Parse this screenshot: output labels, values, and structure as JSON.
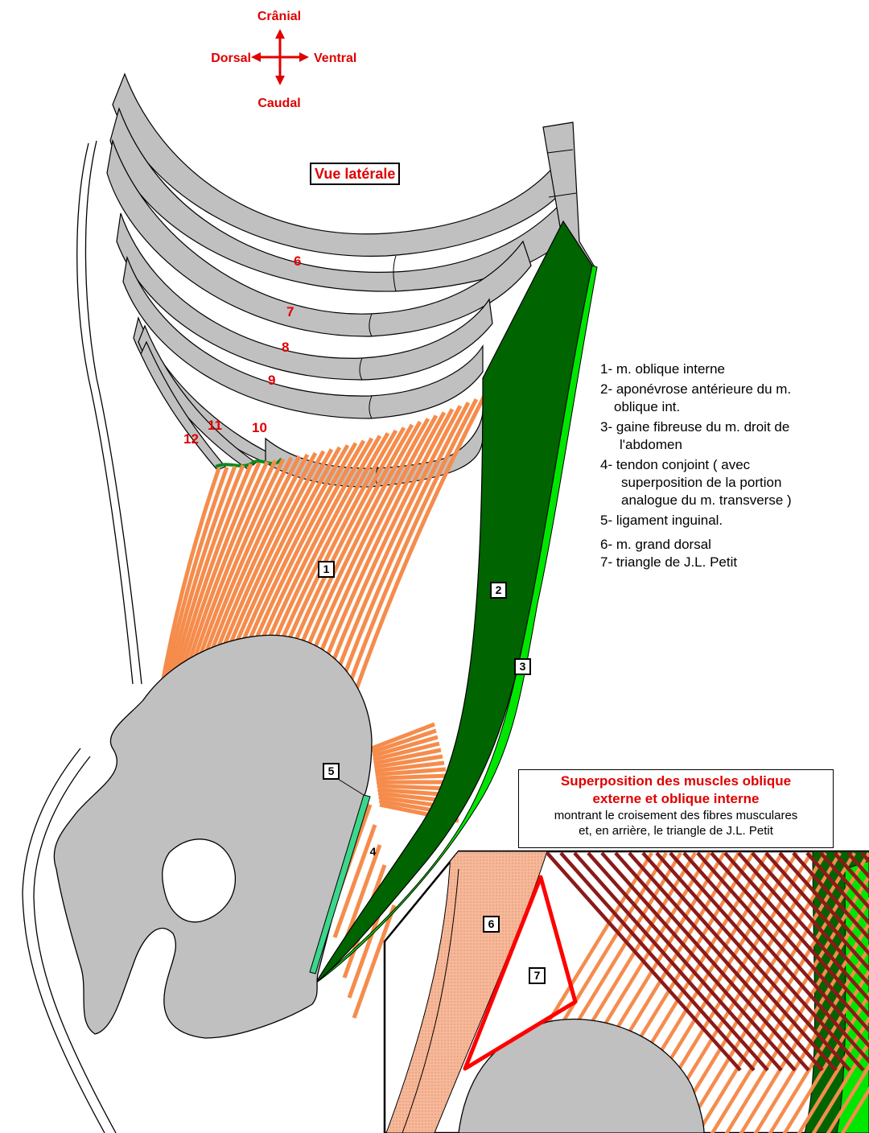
{
  "orientation": {
    "cranial": "Crânial",
    "caudal": "Caudal",
    "dorsal": "Dorsal",
    "ventral": "Ventral"
  },
  "view_title": "Vue latérale",
  "rib_numbers": [
    "6",
    "7",
    "8",
    "9",
    "10",
    "11",
    "12"
  ],
  "part_labels": [
    "1",
    "2",
    "3",
    "4",
    "5",
    "6",
    "7"
  ],
  "legend": [
    [
      "1- m. oblique interne"
    ],
    [
      "2- aponévrose antérieure du m.",
      "oblique int."
    ],
    [
      "3- gaine fibreuse du m. droit de",
      "l'abdomen"
    ],
    [
      "4- tendon conjoint ( avec",
      "superposition de la portion",
      "analogue du m. transverse )"
    ],
    [
      "5- ligament inguinal."
    ],
    [
      "6- m. grand dorsal"
    ],
    [
      "7- triangle de J.L. Petit"
    ]
  ],
  "inset": {
    "title_line1": "Superposition des muscles oblique",
    "title_line2": "externe et oblique interne",
    "subtitle_line1": "montrant le croisement des fibres musculares",
    "subtitle_line2": "et, en arrière, le triangle de J.L. Petit"
  },
  "colors": {
    "bone": "#c0c0c0",
    "muscle_fibers": "#f58c4c",
    "aponeurosis": "#006400",
    "rectus_sheath": "#00ff00",
    "ligament": "#3cd68c",
    "external_oblique_fibers": "#8b1a1a",
    "latissimus": "#f5b89a",
    "triangle": "#ff0000",
    "labels": "#e00000"
  }
}
